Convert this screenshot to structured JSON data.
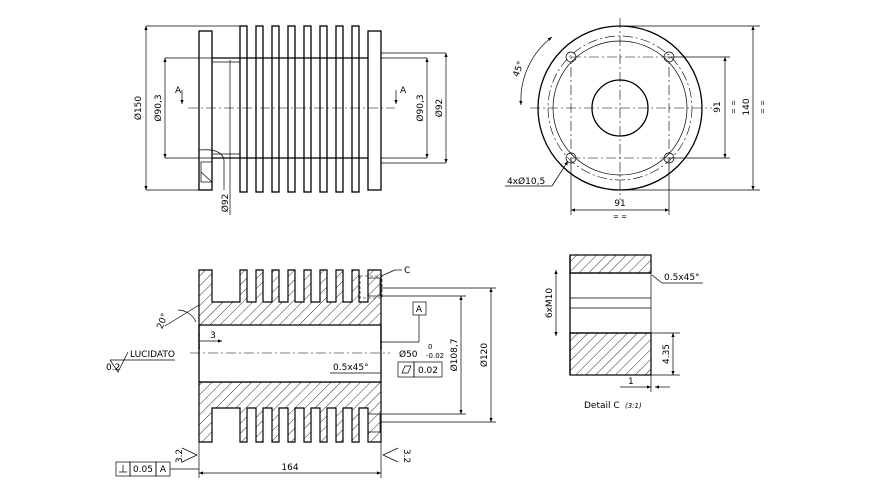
{
  "front_view": {
    "dim_outer": "Ø150",
    "dim_left_bore": "Ø90,3",
    "dim_right_bore": "Ø90,3",
    "dim_right_outer": "Ø92",
    "dim_bottom": "Ø92",
    "section_left": "A",
    "section_right": "A"
  },
  "flange_view": {
    "angle": "45°",
    "dim_vertical_holes": "91",
    "dim_outer_diameter": "140",
    "dim_horizontal_holes": "91",
    "holes_callout": "4xØ10,5",
    "equal_mark_1": "= =",
    "equal_mark_2": "= =",
    "equal_mark_3": "= ="
  },
  "section_view": {
    "detail_ref": "C",
    "angle": "20°",
    "dim_3": "3",
    "roughness_label": "LUCIDATO",
    "roughness_value": "0.2",
    "datum": "A",
    "bore_dia": "Ø50",
    "tol_upper": "0",
    "tol_lower": "-0.02",
    "chamfer": "0.5x45°",
    "cyl_tol_value": "0.02",
    "dim_108": "Ø108,7",
    "dim_120": "Ø120",
    "length": "164",
    "roughness_left": "3.2",
    "roughness_right": "3.2",
    "perp_value": "0.05",
    "perp_datum": "A"
  },
  "detail_view": {
    "chamfer": "0.5x45°",
    "thread": "6xM10",
    "depth": "4.35",
    "dim_1": "1",
    "caption": "Detail C",
    "scale": "(3:1)"
  }
}
